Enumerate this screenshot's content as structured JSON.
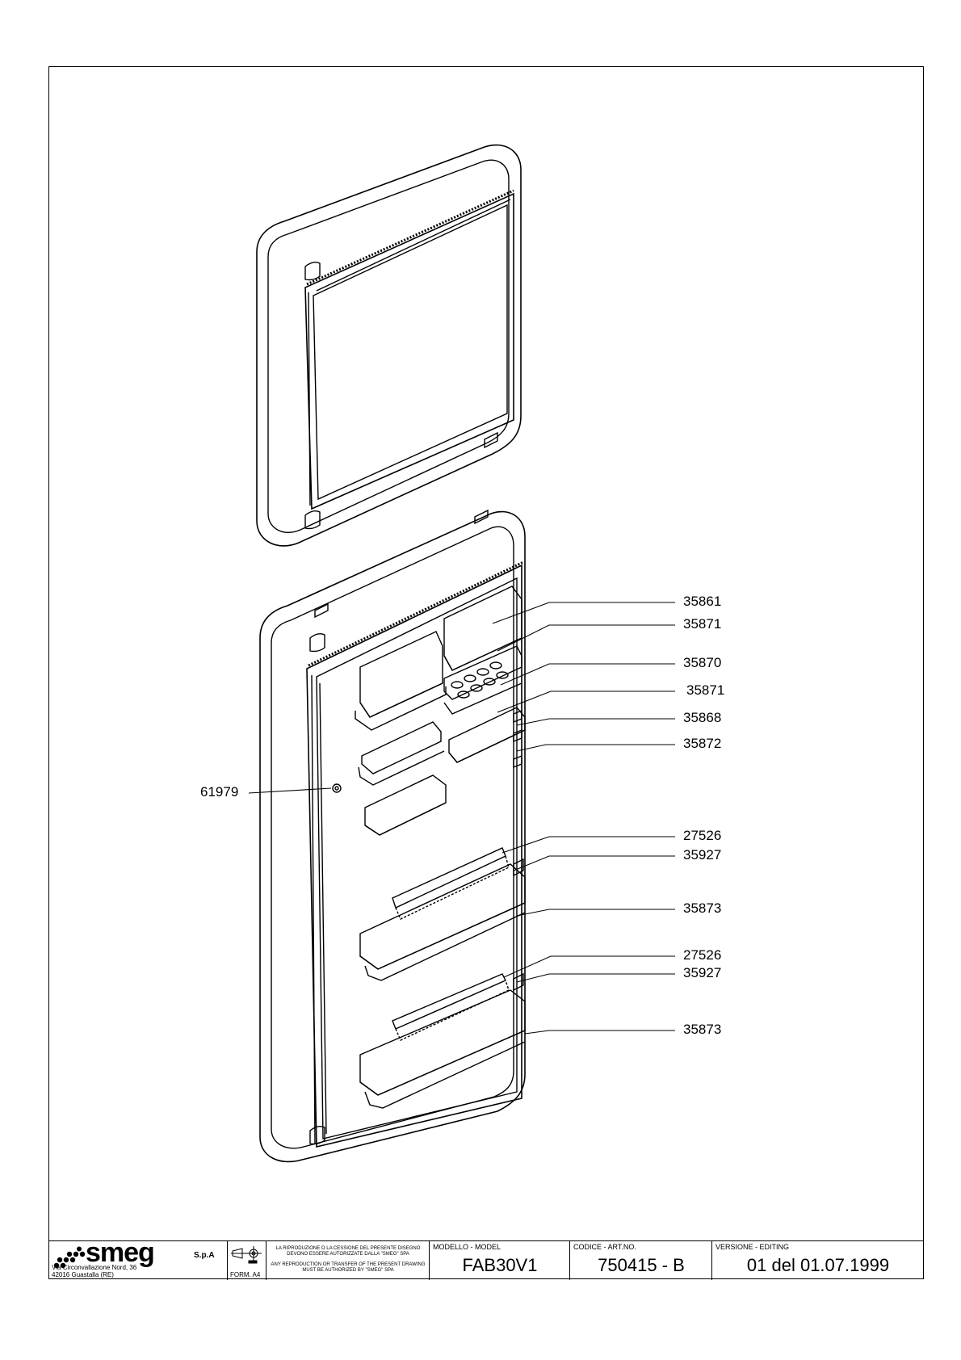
{
  "diagram": {
    "callouts": [
      {
        "id": "c1",
        "text": "35861"
      },
      {
        "id": "c2",
        "text": "35871"
      },
      {
        "id": "c3",
        "text": "35870"
      },
      {
        "id": "c4",
        "text": "35871"
      },
      {
        "id": "c5",
        "text": "35868"
      },
      {
        "id": "c6",
        "text": "35872"
      },
      {
        "id": "c7",
        "text": "61979"
      },
      {
        "id": "c8",
        "text": "27526"
      },
      {
        "id": "c9",
        "text": "35927"
      },
      {
        "id": "c10",
        "text": "35873"
      },
      {
        "id": "c11",
        "text": "27526"
      },
      {
        "id": "c12",
        "text": "35927"
      },
      {
        "id": "c13",
        "text": "35873"
      }
    ]
  },
  "titleblock": {
    "brand": "smeg",
    "brand_suffix": "S.p.A",
    "address_line1": "Via Circonvallazione Nord, 36",
    "address_line2": "42016  Guastalla (RE)",
    "format_label": "FORM. A4",
    "legal_it": "LA RIPRODUZIONE O LA CESSIONE DEL PRESENTE DISEGNO DEVONO ESSERE AUTORIZZATE DALLA \"SMEG\" SPA",
    "legal_en": "ANY REPRODUCTION OR TRANSFER OF THE PRESENT DRAWING MUST BE AUTHORIZED BY \"SMEG\" SPA",
    "model_label": "MODELLO - MODEL",
    "model_value": "FAB30V1",
    "code_label": "CODICE - ART.NO.",
    "code_value": "750415 - B",
    "version_label": "VERSIONE - EDITING",
    "version_value": "01 del 01.07.1999"
  }
}
